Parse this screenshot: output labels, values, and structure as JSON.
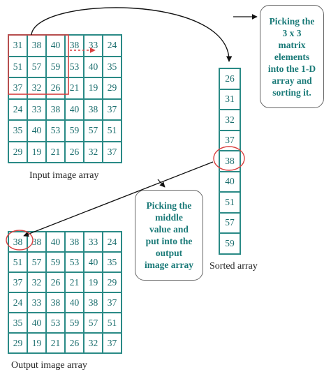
{
  "input_grid": {
    "rows": [
      [
        "31",
        "38",
        "40",
        "38",
        "33",
        "24"
      ],
      [
        "51",
        "57",
        "59",
        "53",
        "40",
        "35"
      ],
      [
        "37",
        "32",
        "26",
        "21",
        "19",
        "29"
      ],
      [
        "24",
        "33",
        "38",
        "40",
        "38",
        "37"
      ],
      [
        "35",
        "40",
        "53",
        "59",
        "57",
        "51"
      ],
      [
        "29",
        "19",
        "21",
        "26",
        "32",
        "37"
      ]
    ],
    "caption": "Input image array",
    "highlight": "top-left 3 x 3 window (red box) with dashed red arrow pointing right"
  },
  "sorted_array": {
    "values": [
      "26",
      "31",
      "32",
      "37",
      "38",
      "40",
      "51",
      "57",
      "59"
    ],
    "caption": "Sorted array",
    "circled_value": "38"
  },
  "output_grid": {
    "rows": [
      [
        "38",
        "38",
        "40",
        "38",
        "33",
        "24"
      ],
      [
        "51",
        "57",
        "59",
        "53",
        "40",
        "35"
      ],
      [
        "37",
        "32",
        "26",
        "21",
        "19",
        "29"
      ],
      [
        "24",
        "33",
        "38",
        "40",
        "38",
        "37"
      ],
      [
        "35",
        "40",
        "53",
        "59",
        "57",
        "51"
      ],
      [
        "29",
        "19",
        "21",
        "26",
        "32",
        "37"
      ]
    ],
    "caption": "Output image array",
    "circled_value": "38"
  },
  "notes": {
    "top": "Picking the\n3 x 3\nmatrix\nelements\ninto the 1-D\narray and\nsorting it.",
    "middle": "Picking the\nmiddle\nvalue and\nput into the\noutput\nimage array"
  },
  "colors": {
    "grid_line": "#2a8a86",
    "cell_text": "#1a6d6d",
    "note_text": "#1a7a78",
    "highlight": "#d94040",
    "arrow": "#111111"
  }
}
